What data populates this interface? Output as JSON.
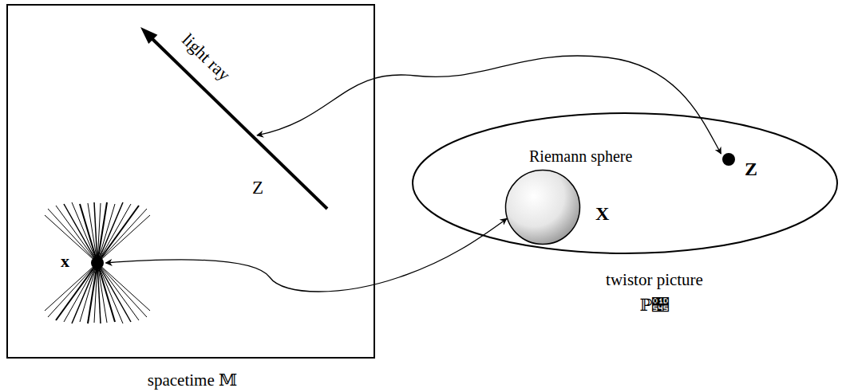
{
  "diagram": {
    "nodes": [
      {
        "text": [
          "spacetime 𝕄"
        ]
      },
      {
        "text": [
          "light ray",
          "Z"
        ],
        "in": 0
      },
      {
        "text": [
          "x"
        ],
        "in": 0
      },
      {
        "text": [
          "twistor picture ℙ𝕅"
        ]
      },
      {
        "text": [
          "Riemann sphere",
          "X"
        ],
        "in": 3
      },
      {
        "text": [
          "Z"
        ],
        "in": 3
      }
    ],
    "edges": [
      {
        "from": 1,
        "to": 5,
        "arrow": "both"
      },
      {
        "from": 2,
        "to": 4,
        "arrow": "both"
      }
    ]
  }
}
